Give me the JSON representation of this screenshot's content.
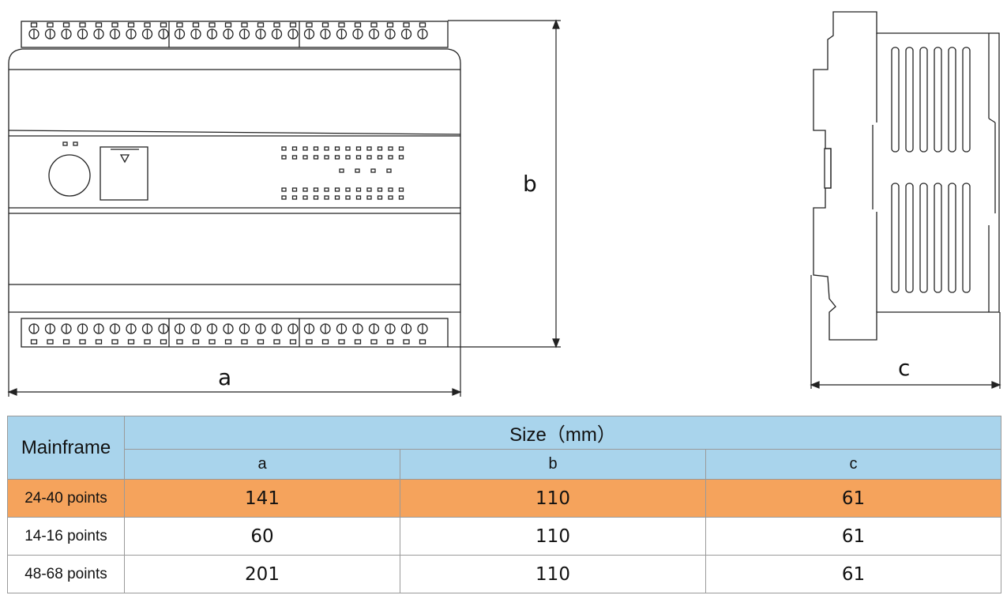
{
  "diagram": {
    "front_view": {
      "width_label": "a",
      "height_label": "b"
    },
    "side_view": {
      "depth_label": "c"
    }
  },
  "table": {
    "row_header": "Mainframe",
    "group_header": "Size（mm）",
    "columns": [
      "a",
      "b",
      "c"
    ],
    "rows": [
      {
        "label": "24-40 points",
        "values": [
          "141",
          "110",
          "61"
        ],
        "highlight": true
      },
      {
        "label": "14-16 points",
        "values": [
          "60",
          "110",
          "61"
        ],
        "highlight": false
      },
      {
        "label": "48-68 points",
        "values": [
          "201",
          "110",
          "61"
        ],
        "highlight": false
      }
    ],
    "colors": {
      "header_bg": "#a9d4ec",
      "highlight_bg": "#f5a35c"
    }
  }
}
